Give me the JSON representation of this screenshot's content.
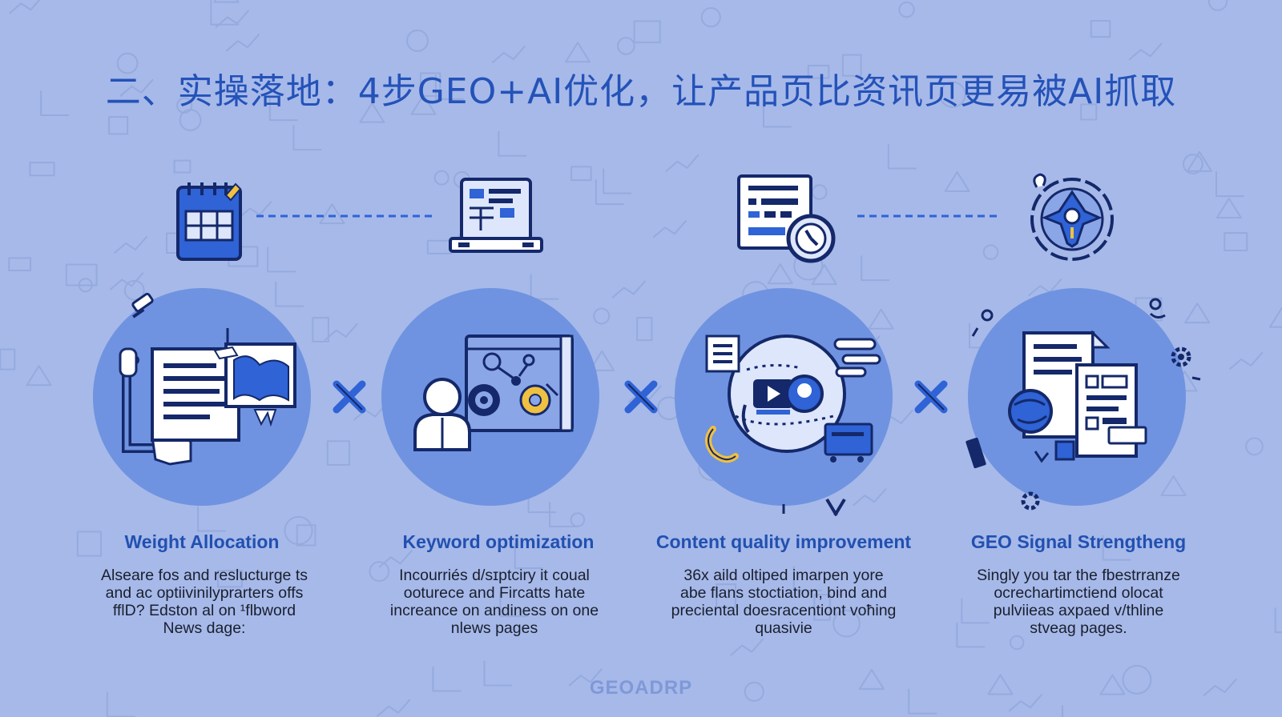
{
  "slide": {
    "title": "二、实操落地：4步GEO+AI优化，让产品页比资讯页更易被AI抓取",
    "footer_logo": "GEOADRP"
  },
  "steps": [
    {
      "title": "Weight Allocation",
      "desc": [
        "Alseare fos and reslucturge ts",
        "and ac optiivinilyprarters offs",
        "fflD? Edston al on ¹flbword",
        "News dage:"
      ],
      "top_icon": "notebook-icon",
      "circle_icon": "document-map-icon"
    },
    {
      "title": "Keyword optimization",
      "desc": [
        "Incourriés d/sɪptciry it coual",
        "ooturece and Fircatts hate",
        "increance on andiness on one",
        "nlews pages"
      ],
      "top_icon": "laptop-icon",
      "circle_icon": "person-gears-icon"
    },
    {
      "title": "Content quality improvement",
      "desc": [
        "36x aild oltiped imarpen yore",
        "abe flans stoctiation, bind and",
        "preciental doesracentiont voħing",
        "quasivie"
      ],
      "top_icon": "document-clock-icon",
      "circle_icon": "media-globe-icon"
    },
    {
      "title": "GEO Signal Strengtheng",
      "desc": [
        "Singly you tar the fbestrranze",
        "ocrechartimctiend olocat",
        "pulviieas axpaed v/thline",
        "stveag pages."
      ],
      "top_icon": "target-icon",
      "circle_icon": "documents-globe-icon"
    }
  ],
  "connectors": [
    "x-connector",
    "x-connector",
    "x-connector"
  ],
  "colors": {
    "background": "#a6b9e9",
    "title": "#2452b8",
    "circle": "#6f93e0",
    "icon_dark": "#14286a",
    "icon_blue": "#2f63d6",
    "step_title": "#2250b0",
    "desc_text": "#1a1f2e"
  }
}
